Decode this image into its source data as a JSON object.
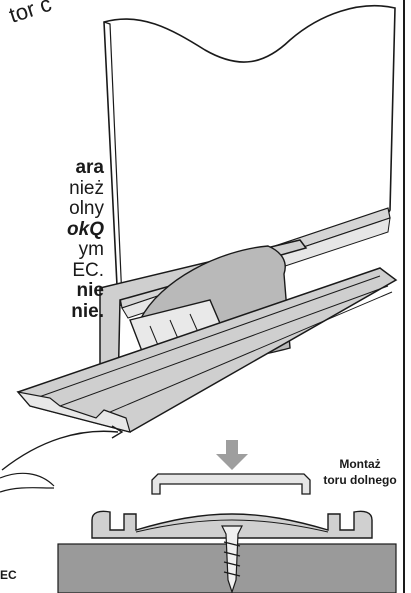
{
  "text": {
    "arc_fragment": "tor c",
    "side_lines": [
      {
        "text": "ara",
        "style": "b"
      },
      {
        "text": "nież",
        "style": ""
      },
      {
        "text": "olny",
        "style": ""
      },
      {
        "text": "okQ",
        "style": "bi"
      },
      {
        "text": "ym",
        "style": ""
      },
      {
        "text": "EC.",
        "style": ""
      },
      {
        "text": "nie",
        "style": "b"
      },
      {
        "text": "nie.",
        "style": "b"
      }
    ],
    "montaz_line1": "Montaż",
    "montaz_line2": "toru dolnego",
    "bottom_left": "EC"
  },
  "colors": {
    "line": "#1a1a1a",
    "profile_fill": "#cfcfcf",
    "panel_fill": "#ffffff",
    "bracket_fill": "#b9b9b9",
    "floor_fill": "#9a9a9a",
    "arrow_fill": "#9e9e9e"
  }
}
